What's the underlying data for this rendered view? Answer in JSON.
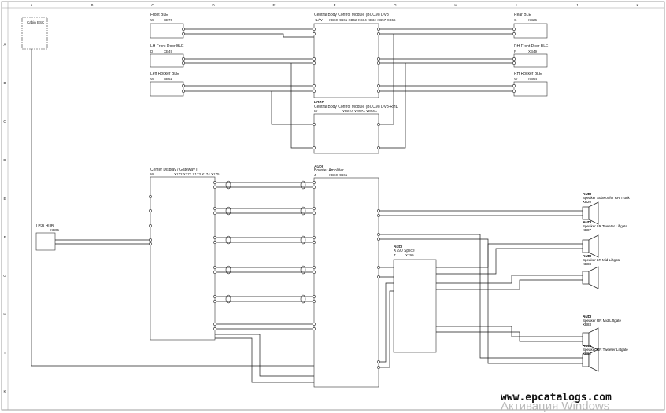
{
  "grid": {
    "cols": [
      "A",
      "B",
      "C",
      "D",
      "E",
      "F",
      "G",
      "H",
      "I",
      "J",
      "K"
    ],
    "rows": [
      "A",
      "B",
      "C",
      "D",
      "E",
      "F",
      "G",
      "H",
      "I",
      "K"
    ]
  },
  "modules": {
    "cabin_bsc": {
      "name": "Cabin BSC"
    },
    "front_ble": {
      "name": "Front BLE",
      "code": "W",
      "conn": "XB76"
    },
    "lh_front_door_ble": {
      "name": "LH Front Door BLE",
      "code": "D",
      "conn": "XB49"
    },
    "left_rocker_ble": {
      "name": "Left Rocker BLE",
      "code": "W",
      "conn": "XB52"
    },
    "bccm_dv3": {
      "name": "Central Body Control Module (BCCM) DV3",
      "code": "+L/W",
      "conns": "XB60  XB61  XB62  XB64  XB34  XB57  XB56"
    },
    "bccm_rhd": {
      "tag": "DRRH",
      "name": "Central Body Control Module (BCCM) DV3-RHD",
      "code": "W",
      "conns": "XB62A  XB57A  XB56A"
    },
    "rear_ble": {
      "name": "Rear BLE",
      "code": "G",
      "conn": "XB26"
    },
    "rh_front_door_ble": {
      "name": "RH Front Door BLE",
      "code": "P",
      "conn": "XB49"
    },
    "rh_rocker_ble": {
      "name": "RH Rocker BLE",
      "code": "W",
      "conn": "XB54"
    },
    "center_display": {
      "name": "Center Display / Gateway II",
      "code": "W",
      "conns": "X172  X171  X173  X174  X175"
    },
    "usb_hub": {
      "name": "USB HUB",
      "conn": "XB05"
    },
    "booster_amp": {
      "tag": "AUDI",
      "name": "Booster Amplifier",
      "code": "J",
      "conns": "XB60  XB61"
    },
    "splice": {
      "tag": "AUDI",
      "name": "X790 Splice",
      "code": "T",
      "conn": "X790"
    },
    "spk_sub_rr": {
      "tag": "AUDI",
      "name": "Speaker Subwoofer RR Trunk",
      "conn": "XB20"
    },
    "spk_lr_tweeter": {
      "tag": "AUDI",
      "name": "Speaker LR Tweeter Liftgate",
      "conn": "XB87"
    },
    "spk_lr_mid": {
      "tag": "AUDI",
      "name": "Speaker LR Mid Liftgate",
      "conn": "XB88"
    },
    "spk_rr_mid": {
      "tag": "AUDI",
      "name": "Speaker RR Mid Liftgate",
      "conn": "XB83"
    },
    "spk_rr_tweeter": {
      "tag": "AUDI",
      "name": "Speaker RR Tweeter Liftgate",
      "conn": "XB82"
    }
  },
  "watermark": {
    "site": "www.epcatalogs.com",
    "activate": "Активация Windows"
  },
  "colors": {
    "line": "#1a1a1a",
    "frame": "#888888",
    "ink": "#222222",
    "bg": "#ffffff"
  }
}
